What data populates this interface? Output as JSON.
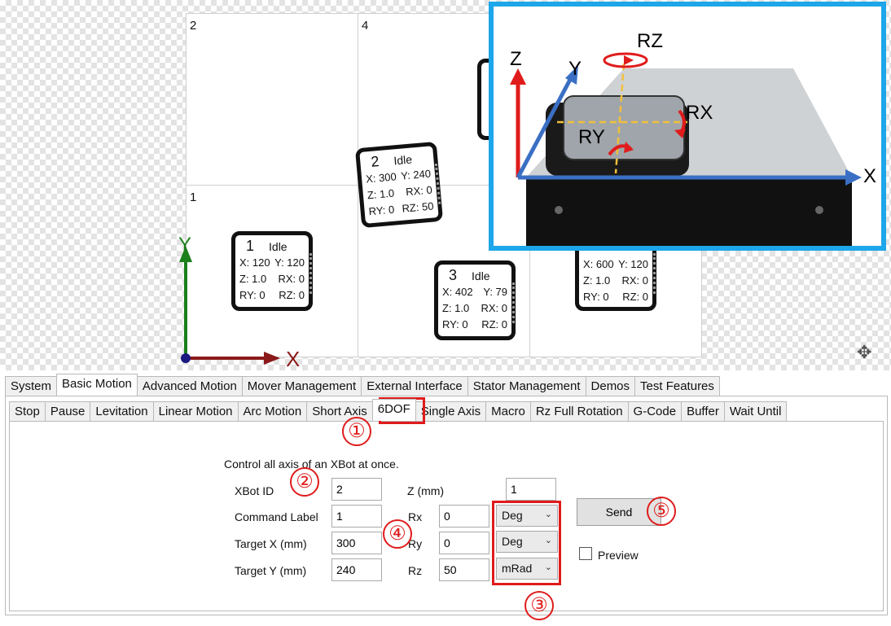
{
  "stators": [
    {
      "id": "2"
    },
    {
      "id": "4"
    },
    {
      "id": "1"
    },
    {
      "id": ""
    },
    {
      "id": ""
    },
    {
      "id": ""
    }
  ],
  "movers": [
    {
      "num": "2",
      "state": "Idle",
      "x": "X: 300",
      "y": "Y: 240",
      "z": "Z: 1.0",
      "rx": "RX: 0",
      "ry": "RY: 0",
      "rz": "RZ: 50"
    },
    {
      "num": "1",
      "state": "Idle",
      "x": "X: 120",
      "y": "Y: 120",
      "z": "Z: 1.0",
      "rx": "RX: 0",
      "ry": "RY: 0",
      "rz": "RZ: 0"
    },
    {
      "num": "3",
      "state": "Idle",
      "x": "X: 402",
      "y": "Y: 79",
      "z": "Z: 1.0",
      "rx": "RX: 0",
      "ry": "RY: 0",
      "rz": "RZ: 0"
    },
    {
      "x": "X: 600",
      "y": "Y: 120",
      "z": "Z: 1.0",
      "rx": "RX: 0",
      "ry": "RY: 0",
      "rz": "RZ: 0"
    }
  ],
  "axes": {
    "x": "X",
    "y": "Y",
    "x_color": "#8b1a1a",
    "y_color": "#1b7f1b"
  },
  "inset": {
    "z": "Z",
    "y": "Y",
    "x": "X",
    "rz": "RZ",
    "rx": "RX",
    "ry": "RY",
    "border_color": "#1da6ea"
  },
  "main_tabs": [
    "System",
    "Basic Motion",
    "Advanced Motion",
    "Mover Management",
    "External Interface",
    "Stator Management",
    "Demos",
    "Test Features"
  ],
  "main_tab_active": "Basic Motion",
  "sub_tabs": [
    "Stop",
    "Pause",
    "Levitation",
    "Linear Motion",
    "Arc Motion",
    "Short Axis",
    "6DOF",
    "Single Axis",
    "Macro",
    "Rz Full Rotation",
    "G-Code",
    "Buffer",
    "Wait Until"
  ],
  "sub_tab_active": "6DOF",
  "form": {
    "description": "Control all axis of an XBot at once.",
    "xbot_id_label": "XBot ID",
    "xbot_id": "2",
    "command_label_label": "Command Label",
    "command_label": "1",
    "target_x_label": "Target X (mm)",
    "target_x": "300",
    "target_y_label": "Target Y (mm)",
    "target_y": "240",
    "z_label": "Z (mm)",
    "z": "1",
    "rx_label": "Rx",
    "rx": "0",
    "rx_unit": "Deg",
    "ry_label": "Ry",
    "ry": "0",
    "ry_unit": "Deg",
    "rz_label": "Rz",
    "rz": "50",
    "rz_unit": "mRad",
    "send_label": "Send",
    "preview_label": "Preview"
  },
  "callouts": [
    "①",
    "②",
    "③",
    "④",
    "⑤"
  ],
  "highlight_color": "#e01b1b"
}
